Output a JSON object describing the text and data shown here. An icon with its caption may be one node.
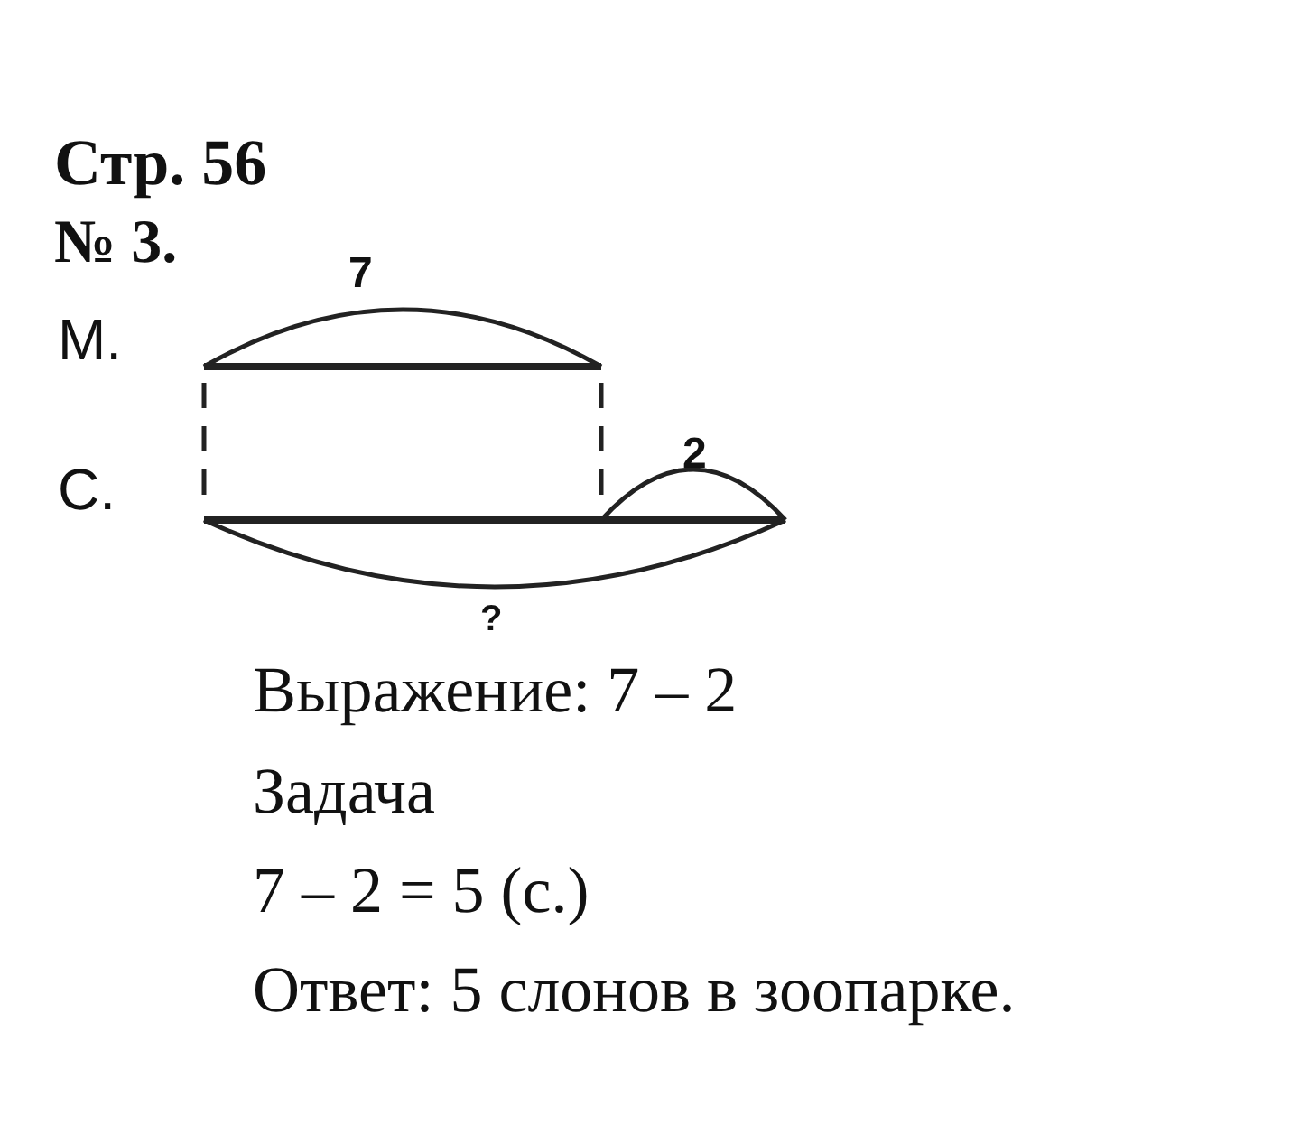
{
  "diagram": {
    "title": "Стр. 56",
    "labels": [
      "№ 3.",
      "М.",
      "7",
      "С.",
      "2",
      "?",
      "Выражение: 7 – 2",
      "Задача",
      "7 – 2 = 5 (с.)",
      "Ответ: 5 слонов в зоопарке."
    ]
  }
}
